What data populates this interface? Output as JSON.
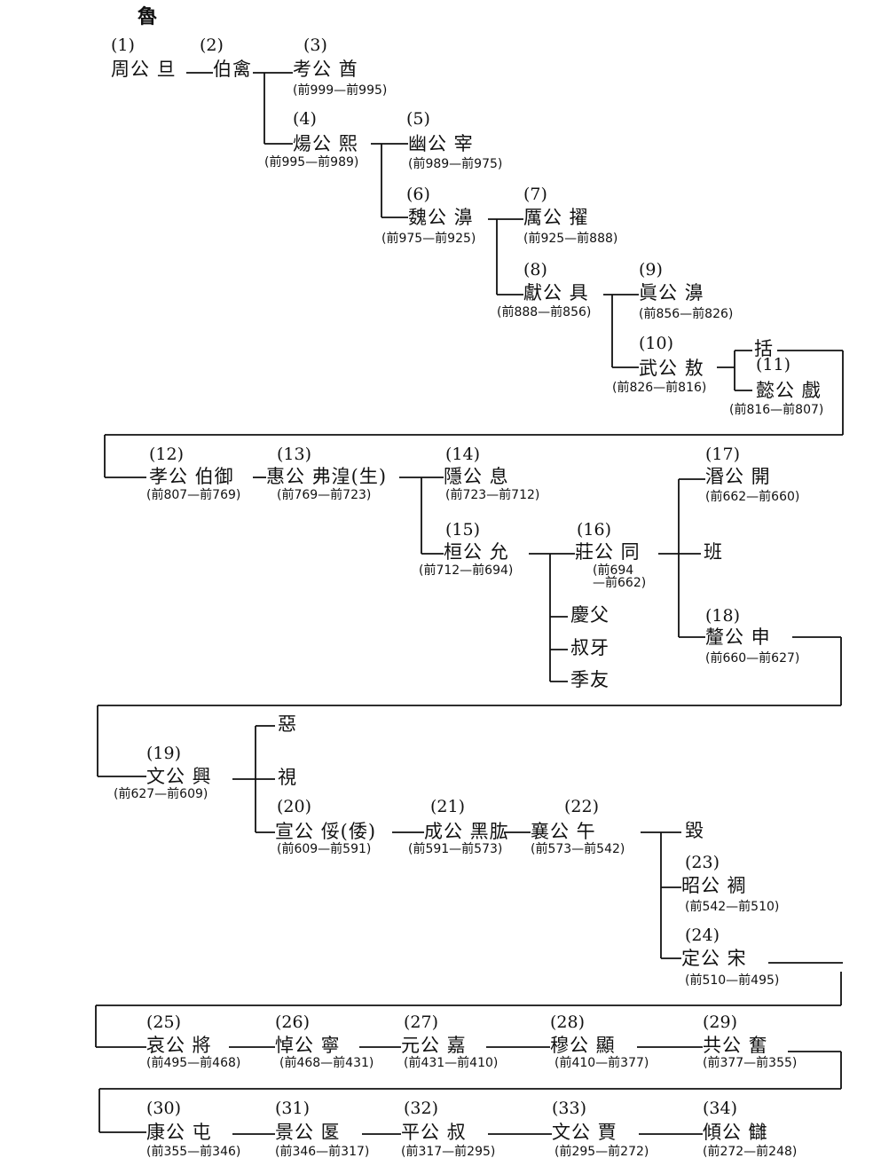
{
  "title": "魯",
  "nodes": [
    {
      "num": "(1)",
      "name": "周公 旦",
      "years": ""
    },
    {
      "num": "(2)",
      "name": "伯禽",
      "years": ""
    },
    {
      "num": "(3)",
      "name": "考公 酋",
      "years": "(前999—前995)"
    },
    {
      "num": "(4)",
      "name": "煬公 熙",
      "years": "(前995—前989)"
    },
    {
      "num": "(5)",
      "name": "幽公 宰",
      "years": "(前989—前975)"
    },
    {
      "num": "(6)",
      "name": "魏公 濞",
      "years": "(前975—前925)"
    },
    {
      "num": "(7)",
      "name": "厲公 擢",
      "years": "(前925—前888)"
    },
    {
      "num": "(8)",
      "name": "獻公 具",
      "years": "(前888—前856)"
    },
    {
      "num": "(9)",
      "name": "眞公 濞",
      "years": "(前856—前826)"
    },
    {
      "num": "(10)",
      "name": "武公 敖",
      "years": "(前826—前816)"
    },
    {
      "num": "(11)",
      "name": "懿公 戲",
      "years": "(前816—前807)"
    },
    {
      "num": "(12)",
      "name": "孝公 伯御",
      "years": "(前807—前769)"
    },
    {
      "num": "(13)",
      "name": "惠公 弗湟(生)",
      "years": "(前769—前723)"
    },
    {
      "num": "(14)",
      "name": "隱公 息",
      "years": "(前723—前712)"
    },
    {
      "num": "(15)",
      "name": "桓公 允",
      "years": "(前712—前694)"
    },
    {
      "num": "(16)",
      "name": "莊公 同",
      "years": "(前694\n—前662)"
    },
    {
      "num": "(17)",
      "name": "湣公 開",
      "years": "(前662—前660)"
    },
    {
      "num": "(18)",
      "name": "釐公 申",
      "years": "(前660—前627)"
    },
    {
      "num": "(19)",
      "name": "文公 興",
      "years": "(前627—前609)"
    },
    {
      "num": "(20)",
      "name": "宣公 俀(倭)",
      "years": "(前609—前591)"
    },
    {
      "num": "(21)",
      "name": "成公 黑肱",
      "years": "(前591—前573)"
    },
    {
      "num": "(22)",
      "name": "襄公 午",
      "years": "(前573—前542)"
    },
    {
      "num": "(23)",
      "name": "昭公 裯",
      "years": "(前542—前510)"
    },
    {
      "num": "(24)",
      "name": "定公 宋",
      "years": "(前510—前495)"
    },
    {
      "num": "(25)",
      "name": "哀公 將",
      "years": "(前495—前468)"
    },
    {
      "num": "(26)",
      "name": "悼公 寧",
      "years": "(前468—前431)"
    },
    {
      "num": "(27)",
      "name": "元公 嘉",
      "years": "(前431—前410)"
    },
    {
      "num": "(28)",
      "name": "穆公 顯",
      "years": "(前410—前377)"
    },
    {
      "num": "(29)",
      "name": "共公 奮",
      "years": "(前377—前355)"
    },
    {
      "num": "(30)",
      "name": "康公 屯",
      "years": "(前355—前346)"
    },
    {
      "num": "(31)",
      "name": "景公 匽",
      "years": "(前346—前317)"
    },
    {
      "num": "(32)",
      "name": "平公 叔",
      "years": "(前317—前295)"
    },
    {
      "num": "(33)",
      "name": "文公 賈",
      "years": "(前295—前272)"
    },
    {
      "num": "(34)",
      "name": "傾公 讎",
      "years": "(前272—前248)"
    }
  ],
  "others": [
    "括",
    "班",
    "慶父",
    "叔牙",
    "季友",
    "惡",
    "視",
    "毀"
  ]
}
